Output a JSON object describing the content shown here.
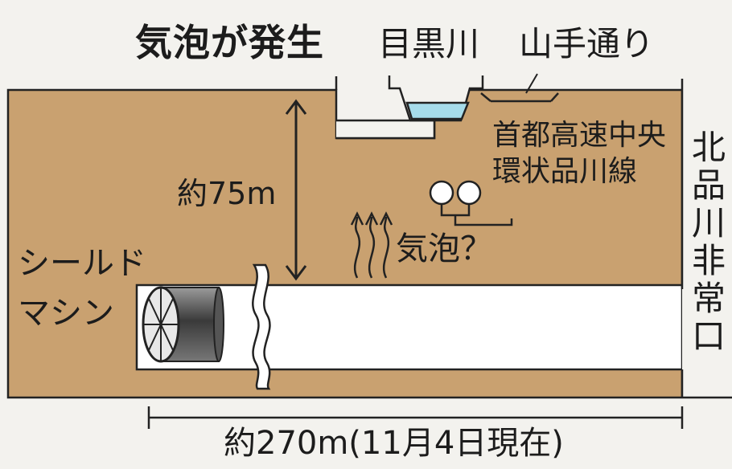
{
  "title": "気泡が発生",
  "labels": {
    "river": "目黒川",
    "road": "山手通り",
    "expressway_line1": "首都高速中央",
    "expressway_line2": "環状品川線",
    "depth": "約75m",
    "bubbles": "気泡？",
    "shield_line1": "シールド",
    "shield_line2": "マシン",
    "exit": "北品川非常口",
    "length": "約270m(11月4日現在)"
  },
  "colors": {
    "ground": "#c9a170",
    "tunnel": "#ffffff",
    "water": "#a6dcea",
    "outline": "#222222",
    "background": "#f3f2ee"
  },
  "icons": [
    "double-headed-arrow-icon",
    "rising-bubbles-icon",
    "twin-tunnel-icon",
    "shield-machine-icon",
    "break-mark-icon"
  ]
}
